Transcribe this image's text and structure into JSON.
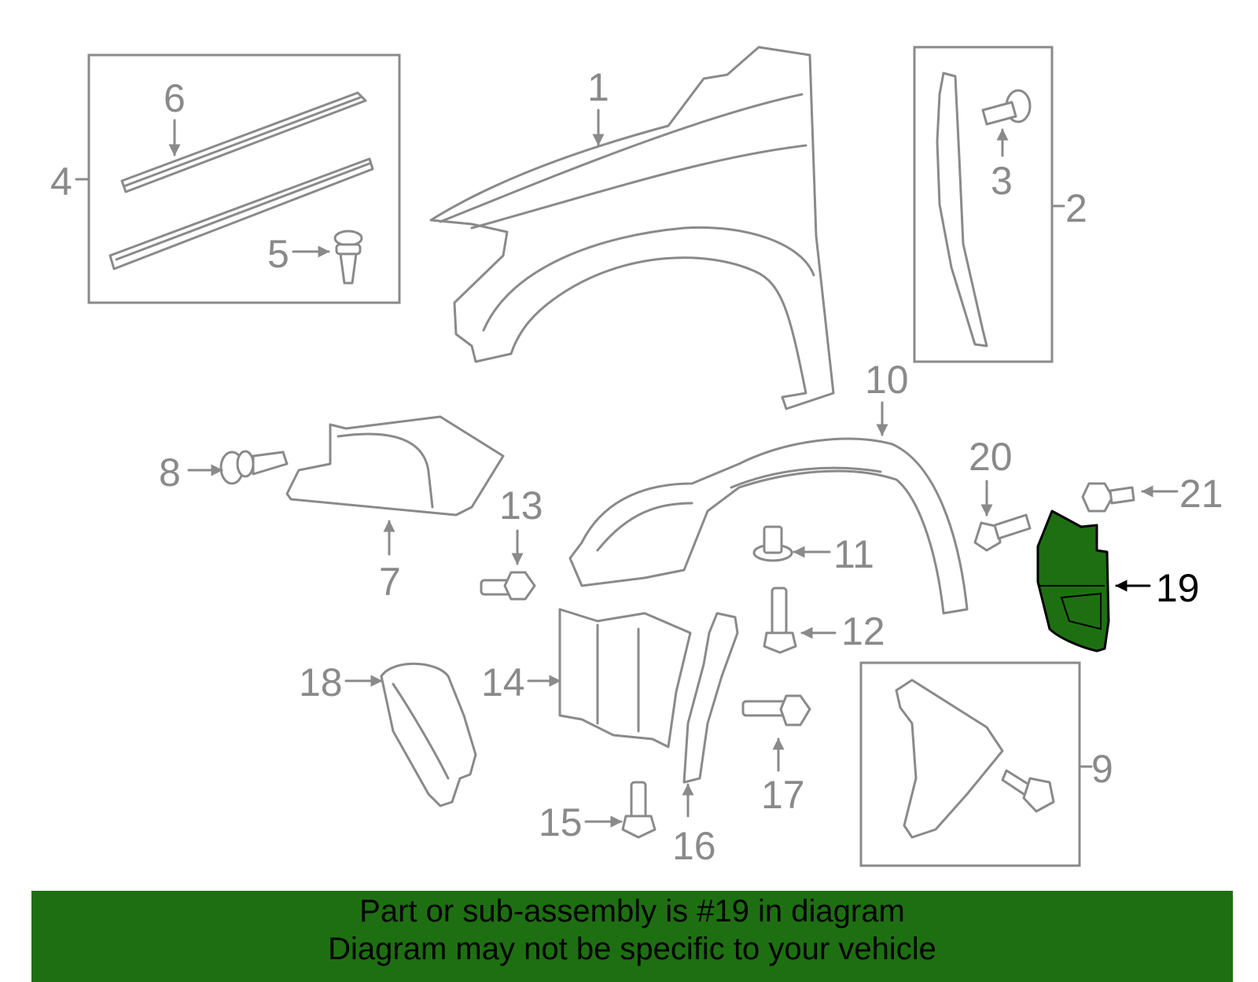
{
  "diagram": {
    "callouts": [
      "1",
      "2",
      "3",
      "4",
      "5",
      "6",
      "7",
      "8",
      "9",
      "10",
      "11",
      "12",
      "13",
      "14",
      "15",
      "16",
      "17",
      "18",
      "19",
      "20",
      "21"
    ],
    "highlighted_part": "19",
    "highlight_color": "#1e6f12"
  },
  "banner": {
    "line1": "Part or sub-assembly is #19 in diagram",
    "line2": "Diagram may not be specific to your vehicle",
    "background": "#1e6f12"
  }
}
